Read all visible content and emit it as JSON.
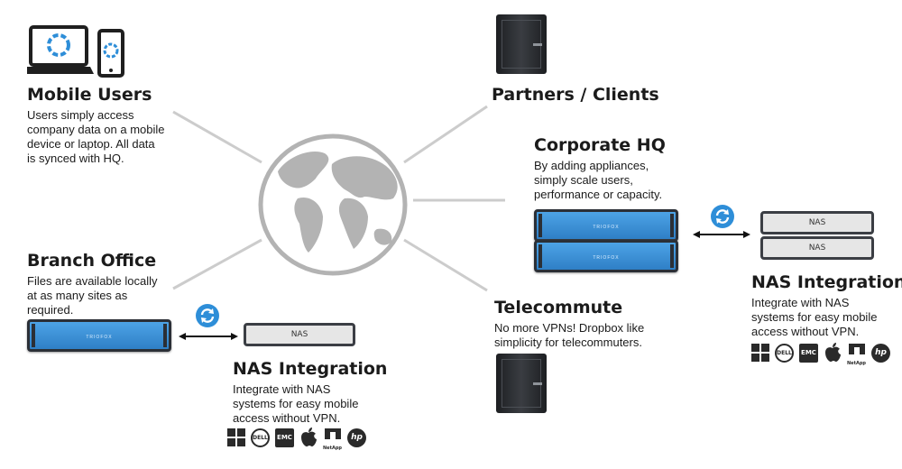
{
  "nodes": {
    "mobile": {
      "title": "Mobile Users",
      "desc": "Users simply access\ncompany data on a mobile\ndevice or laptop. All data\nis synced with HQ."
    },
    "branch": {
      "title": "Branch Office",
      "desc": "Files are available locally\nat as many sites as\nrequired."
    },
    "partners": {
      "title": "Partners / Clients"
    },
    "hq": {
      "title": "Corporate HQ",
      "desc": "By adding appliances,\nsimply scale users,\nperformance or capacity."
    },
    "telecommute": {
      "title": "Telecommute",
      "desc": "No more VPNs! Dropbox like\nsimplicity for telecommuters."
    },
    "nas_left": {
      "title": "NAS Integration",
      "desc": "Integrate with NAS\nsystems for easy mobile\naccess without VPN."
    },
    "nas_right": {
      "title": "NAS Integration",
      "desc": "Integrate with NAS\nsystems for easy mobile\naccess without VPN."
    }
  },
  "devices": {
    "nas_label": "NAS",
    "appliance_badge": "TRIOFOX"
  },
  "vendor_logos": [
    "windows-icon",
    "dell-icon",
    "emc-icon",
    "apple-icon",
    "netapp-icon",
    "hp-icon"
  ],
  "vendor_text": {
    "dell": "DELL",
    "emc": "EMC",
    "hp": "hp",
    "netapp": "NetApp"
  },
  "colors": {
    "appliance": "#3a8fd9",
    "sync": "#2e8ed8",
    "connector": "#c9c9c9",
    "globe": "#b3b3b3"
  }
}
